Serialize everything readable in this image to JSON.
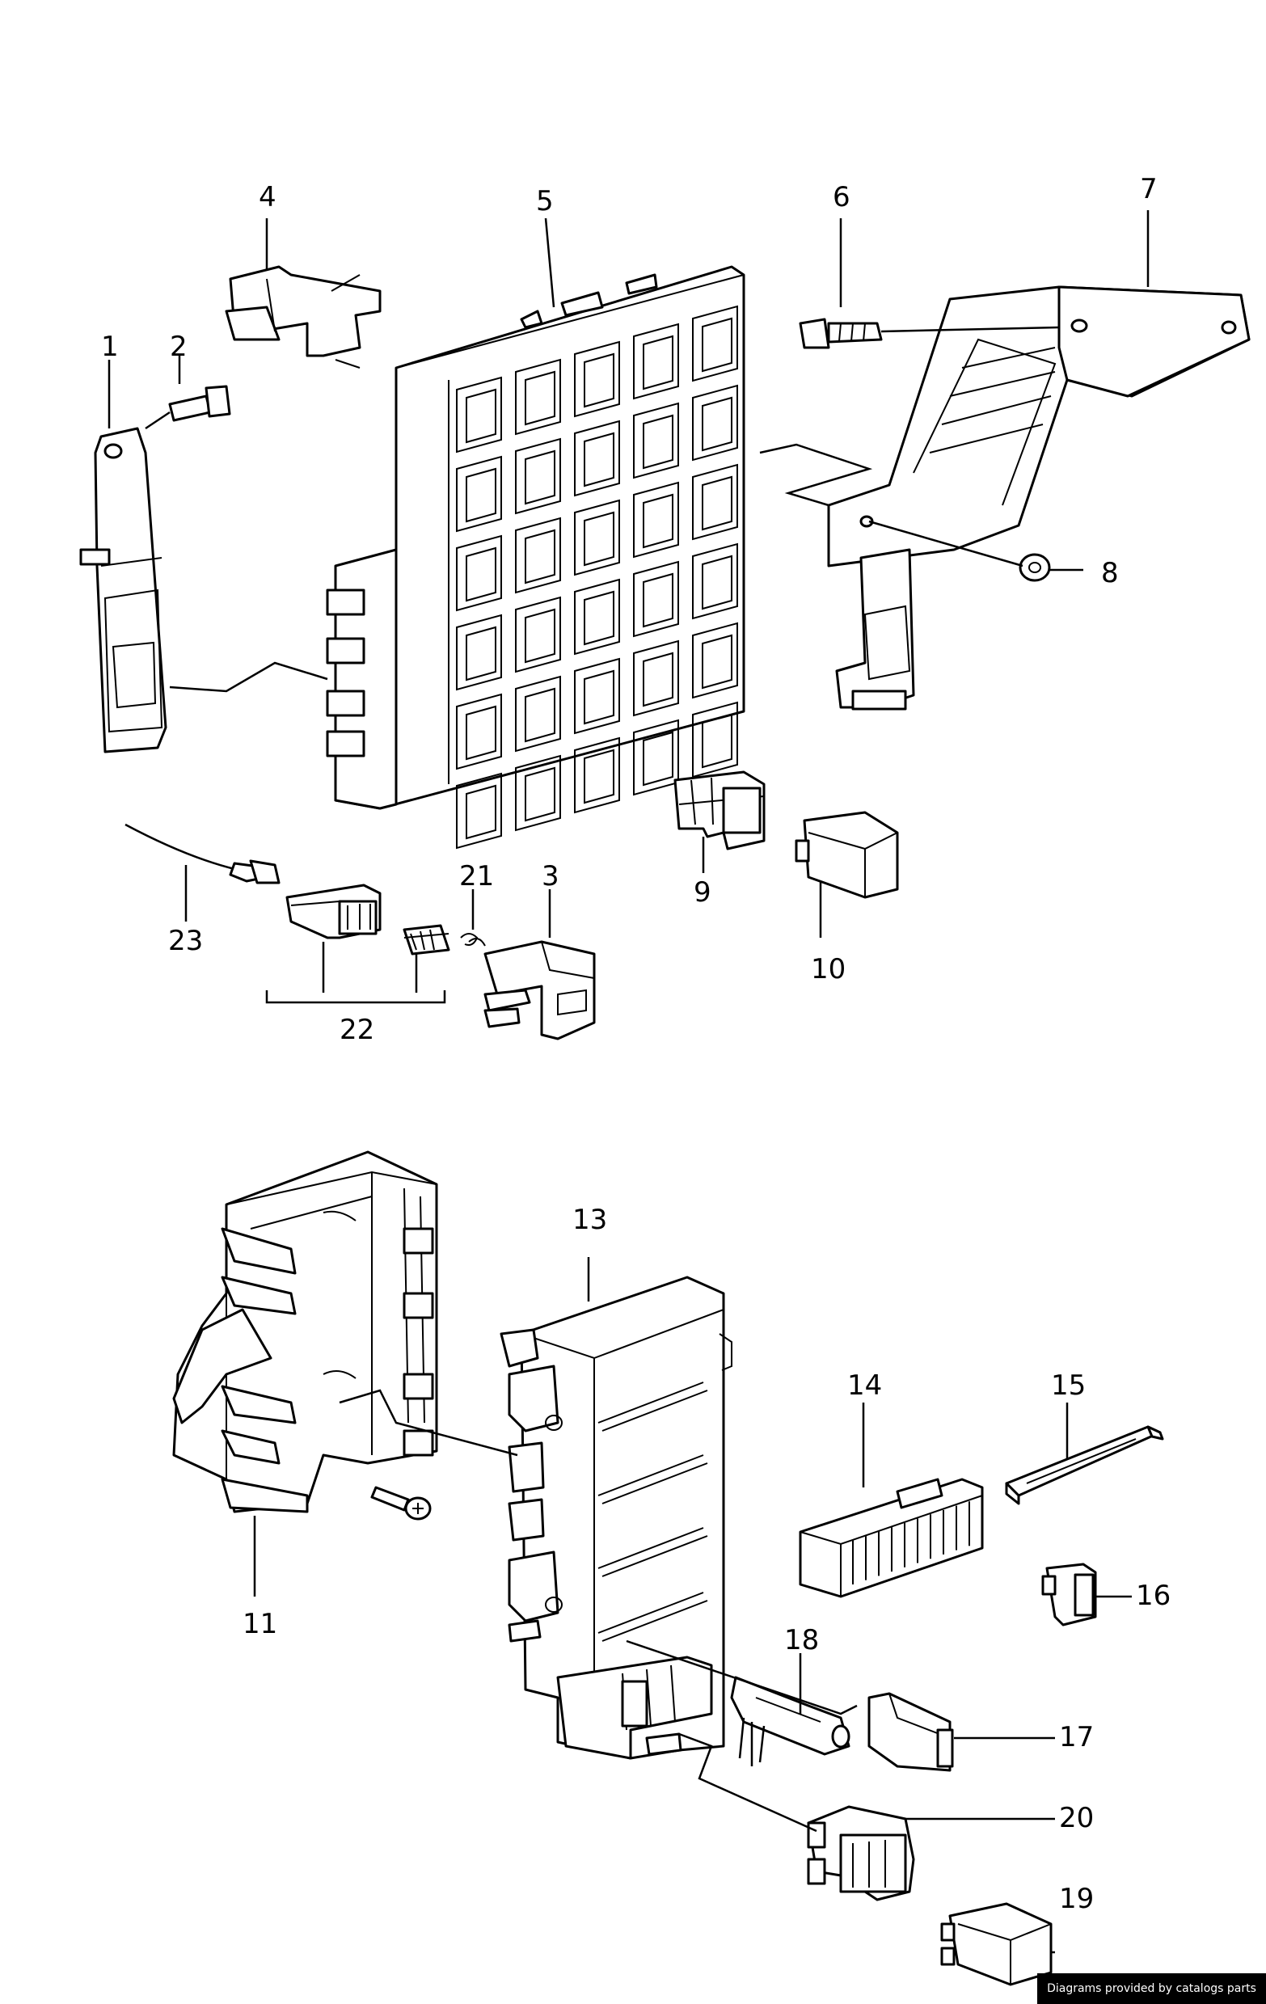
{
  "callouts": [
    "1",
    "2",
    "3",
    "4",
    "5",
    "6",
    "7",
    "8",
    "9",
    "10",
    "11",
    "13",
    "14",
    "15",
    "16",
    "17",
    "18",
    "19",
    "20",
    "21",
    "22",
    "23"
  ],
  "footer": {
    "credit": "Diagrams provided by catalogs parts"
  }
}
